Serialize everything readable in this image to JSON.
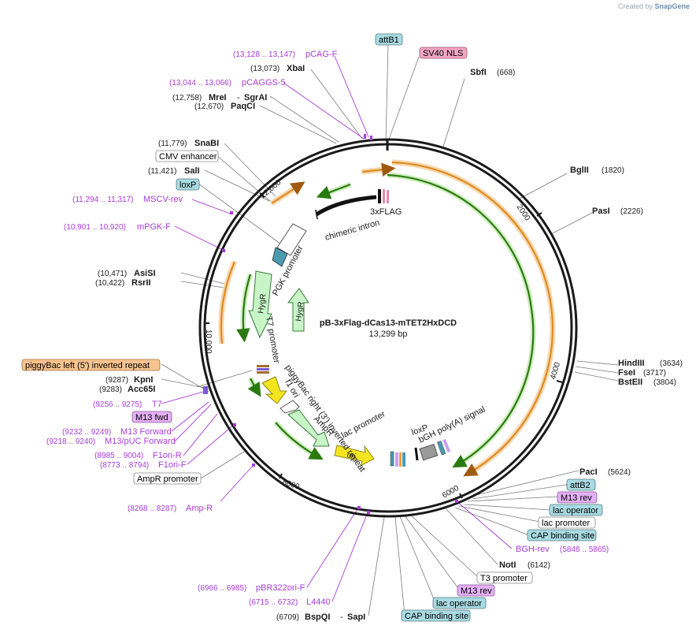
{
  "watermark": {
    "created_by": "Created by",
    "brand": "SnapGene"
  },
  "plasmid": {
    "name": "pB-3xFlag-dCas13-mTET2HxDCD",
    "length": "13,299 bp"
  },
  "ruler_ticks": [
    "2000",
    "4000",
    "6000",
    "8000",
    "10,000",
    "12,000"
  ],
  "enzymes": [
    {
      "name": "SbfI",
      "pos": "(668)"
    },
    {
      "name": "BglII",
      "pos": "(1820)"
    },
    {
      "name": "PasI",
      "pos": "(2226)"
    },
    {
      "name": "HindIII",
      "pos": "(3634)"
    },
    {
      "name": "FseI",
      "pos": "(3717)"
    },
    {
      "name": "BstEII",
      "pos": "(3804)"
    },
    {
      "name": "PacI",
      "pos": "(5624)"
    },
    {
      "name": "NotI",
      "pos": "(6142)"
    },
    {
      "name": "BspQI",
      "pos": "(6709)",
      "joined": "SapI"
    },
    {
      "name": "Acc65I",
      "pos": "(9283)"
    },
    {
      "name": "KpnI",
      "pos": "(9287)"
    },
    {
      "name": "RsrII",
      "pos": "(10,422)"
    },
    {
      "name": "AsiSI",
      "pos": "(10,471)"
    },
    {
      "name": "SalI",
      "pos": "(11,421)"
    },
    {
      "name": "SnaBI",
      "pos": "(11,779)"
    },
    {
      "name": "PaqCI",
      "pos": "(12,670)"
    },
    {
      "name": "MreI",
      "pos": "(12,758)",
      "joined": "SgrAI"
    },
    {
      "name": "XbaI",
      "pos": "(13,073)"
    }
  ],
  "primers": [
    {
      "name": "pCAG-F",
      "pos": "(13,128 .. 13,147)"
    },
    {
      "name": "pCAGGS-5",
      "pos": "(13,044 .. 13,066)"
    },
    {
      "name": "MSCV-rev",
      "pos": "(11,294 .. 11,317)"
    },
    {
      "name": "mPGK-F",
      "pos": "(10,901 .. 10,920)"
    },
    {
      "name": "T7",
      "pos": "(9256 .. 9275)"
    },
    {
      "name": "M13 Forward",
      "pos": "(9232 .. 9249)"
    },
    {
      "name": "M13/pUC Forward",
      "pos": "(9218 .. 9240)"
    },
    {
      "name": "F1ori-R",
      "pos": "(8985 .. 9004)"
    },
    {
      "name": "F1ori-F",
      "pos": "(8773 .. 8794)"
    },
    {
      "name": "Amp-R",
      "pos": "(8268 .. 8287)"
    },
    {
      "name": "pBR322ori-F",
      "pos": "(6966 .. 6985)"
    },
    {
      "name": "L4440",
      "pos": "(6715 .. 6732)"
    },
    {
      "name": "BGH-rev",
      "pos": "(5848 .. 5865)"
    }
  ],
  "boxed_features": {
    "attB1": "attB1",
    "sv40_nls": "SV40 NLS",
    "cmv_enhancer": "CMV enhancer",
    "loxP": "loxP",
    "piggybac_left": "piggyBac left (5') inverted repeat",
    "m13_fwd": "M13 fwd",
    "ampr_promoter": "AmpR promoter",
    "attB2": "attB2",
    "m13_rev_a": "M13 rev",
    "lac_operator_a": "lac operator",
    "lac_promoter_a": "lac promoter",
    "cap_site_a": "CAP binding site",
    "t3_promoter": "T3 promoter",
    "m13_rev_b": "M13 rev",
    "lac_operator_b": "lac operator",
    "cap_site_b": "CAP binding site"
  },
  "inner_labels": {
    "flag": "3xFLAG",
    "chimeric": "chimeric intron",
    "pgk": "PGK promoter",
    "hygr_a": "HygR",
    "hygr_b": "HygR",
    "t7_promoter": "T7 promoter",
    "pb_right": "piggyBac right (3') inverted repeat",
    "f1_ori": "f1 ori",
    "ampr": "AmpR",
    "lac_promoter": "lac promoter",
    "ori": "ori",
    "loxP": "loxP",
    "bgh": "bGH poly(A) signal"
  },
  "colors": {
    "backbone": "#1a1a1a",
    "primer": "#a83bd6",
    "cds_orange": "#f0a030",
    "cds_green": "#3c9a20",
    "promoter_green": "#c8f5c8",
    "ori_yellow": "#f5e520",
    "box_teal": "#a9dbe3",
    "box_pink": "#f0a6c2",
    "box_purple": "#e3b0f5",
    "box_orange": "#f7c38e"
  }
}
